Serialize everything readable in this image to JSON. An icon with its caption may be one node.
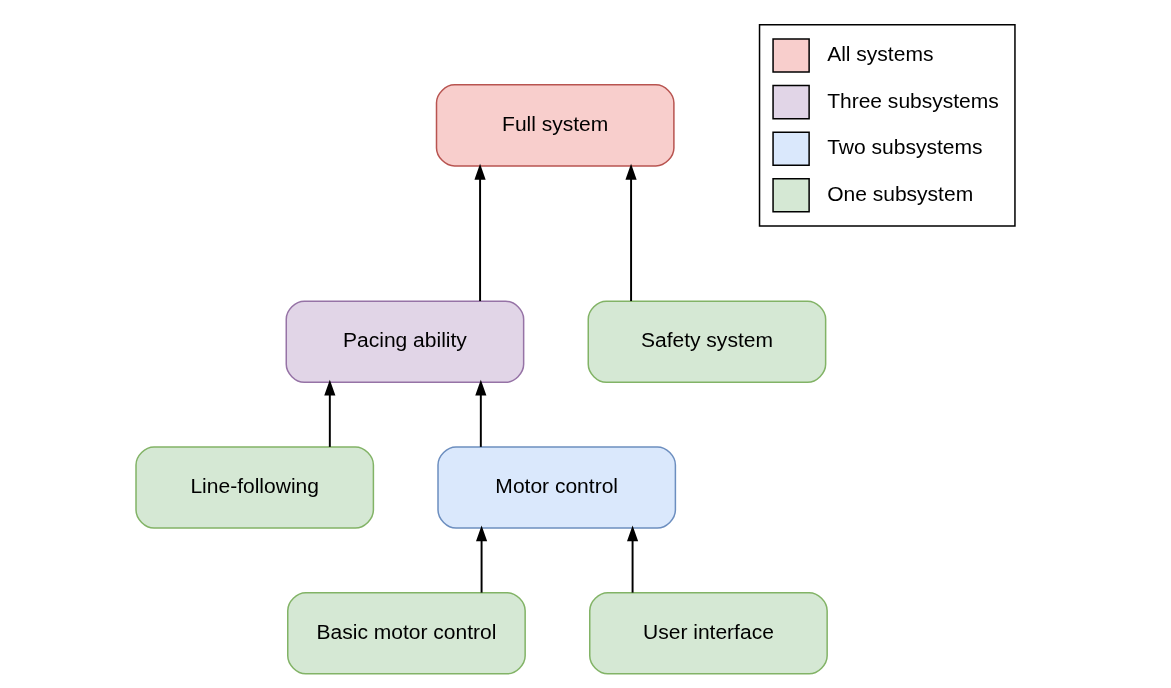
{
  "diagram": {
    "nodes": [
      {
        "text": [
          "Full system"
        ]
      },
      {
        "text": [
          "Pacing ability"
        ]
      },
      {
        "text": [
          "Safety system"
        ]
      },
      {
        "text": [
          "Line-following"
        ]
      },
      {
        "text": [
          "Motor control"
        ]
      },
      {
        "text": [
          "Basic motor control"
        ]
      },
      {
        "text": [
          "User interface"
        ]
      }
    ],
    "edges": [
      {
        "from": 1,
        "to": 0,
        "arrow": "to"
      },
      {
        "from": 2,
        "to": 0,
        "arrow": "to"
      },
      {
        "from": 3,
        "to": 1,
        "arrow": "to"
      },
      {
        "from": 4,
        "to": 1,
        "arrow": "to"
      },
      {
        "from": 5,
        "to": 4,
        "arrow": "to"
      },
      {
        "from": 6,
        "to": 4,
        "arrow": "to"
      }
    ],
    "legend": [
      {
        "text": "All systems",
        "color": "#f8cecc"
      },
      {
        "text": "Three subsystems",
        "color": "#e1d5e7"
      },
      {
        "text": "Two subsystems",
        "color": "#dae8fc"
      },
      {
        "text": "One subsystem",
        "color": "#d5e8d4"
      }
    ]
  }
}
